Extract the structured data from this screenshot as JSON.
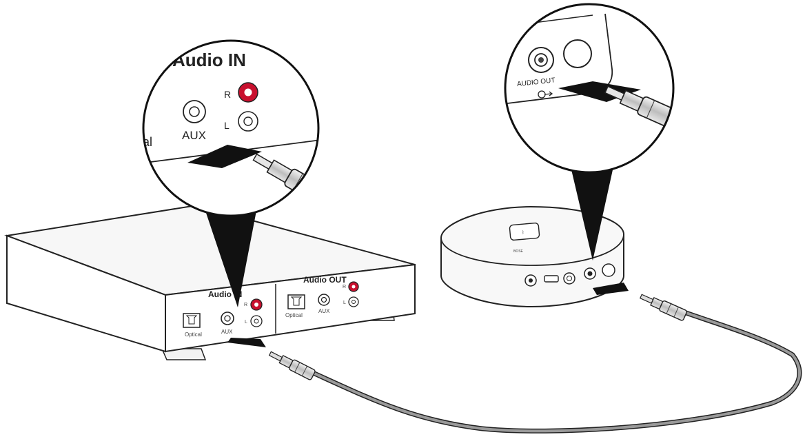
{
  "receiver": {
    "audio_in_label": "Audio IN",
    "audio_out_label": "Audio OUT",
    "optical_label": "Optical",
    "aux_label": "AUX",
    "right_label": "R",
    "left_label": "L"
  },
  "zoom_left": {
    "audio_in_label": "Audio IN",
    "aux_label": "AUX",
    "optical_partial": "cal",
    "right_label": "R",
    "left_label": "L"
  },
  "zoom_right": {
    "audio_out_label": "AUDIO OUT"
  },
  "adapter": {
    "brand_label": "BOSE"
  },
  "colors": {
    "accent_red": "#c8102e",
    "cable_gray": "#8a8a8a",
    "line": "#222222"
  }
}
